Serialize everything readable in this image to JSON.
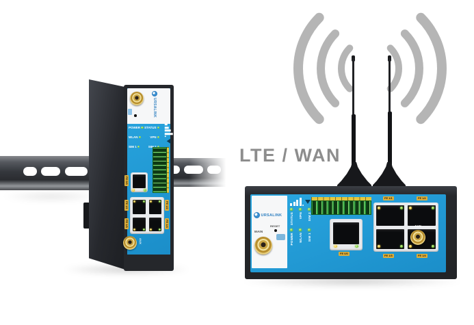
{
  "image_type": "product-photo",
  "caption": {
    "text": "LTE / WAN"
  },
  "icons": {
    "wifi_signal": "wifi-signal-arcs",
    "cellular_bars": "signal-bars-icon",
    "antennas": "whip-antenna"
  },
  "colors": {
    "background": "#FFFFFF",
    "router_blue": "#1F9AD6",
    "chassis_dark": "#26282C",
    "label_white": "#F6F7F8",
    "led_green": "#7DC93E",
    "led_yellow": "#ECC93F",
    "terminal_green": "#2F9E3F",
    "sma_gold": "#C9A544",
    "port_tag_yellow": "#DCAE3C",
    "wifi_arc_gray": "#B5B5B5",
    "caption_gray": "#8D8D8D",
    "brand_blue": "#2E7FC0"
  },
  "left_router": {
    "brand": "URSALINK",
    "led_labels": [
      "POWER",
      "STATUS",
      "WLAN",
      "VPN",
      "SIM 1",
      "SIM 2"
    ],
    "aux_label": "AUX",
    "port_labels": {
      "wan": "FE 0/0",
      "lan1": "FE 1/1",
      "lan2": "FE 1/2",
      "lan3": "FE 1/3",
      "lan4": "FE 1/4"
    }
  },
  "right_router": {
    "brand": "URSALINK",
    "main_label": "MAIN",
    "reset_label": "RESET",
    "aux_label": "AUX",
    "led_top_labels": [
      "STATUS",
      "VPN",
      "SIM 2"
    ],
    "led_bottom_labels": [
      "POWER",
      "WLAN",
      "SIM 1"
    ],
    "wan_port_label": "FE 0/0",
    "lan_port_labels": [
      "FE 1/1",
      "FE 1/2",
      "FE 1/3",
      "FE 1/4"
    ]
  }
}
